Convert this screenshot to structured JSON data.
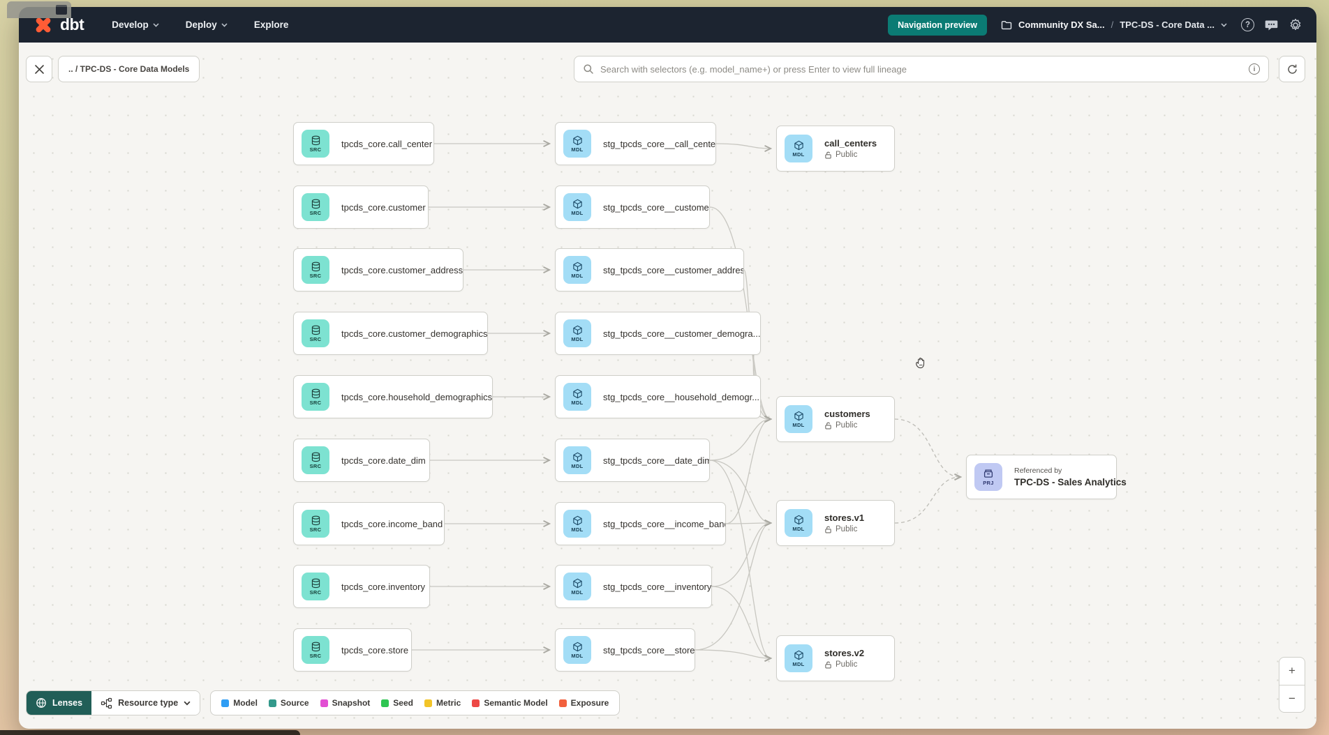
{
  "nav": {
    "logo_text": "dbt",
    "menu": [
      {
        "label": "Develop",
        "has_chevron": true
      },
      {
        "label": "Deploy",
        "has_chevron": true
      },
      {
        "label": "Explore",
        "has_chevron": false
      }
    ],
    "preview_button_label": "Navigation preview",
    "breadcrumb_project": "Community DX Sa...",
    "breadcrumb_separator": "/",
    "breadcrumb_page": "TPC-DS - Core Data ..."
  },
  "toolbar": {
    "breadcrumb_chip": ".. / TPC-DS - Core Data Models",
    "search_placeholder": "Search with selectors (e.g. model_name+) or press Enter to view full lineage"
  },
  "graph": {
    "src_badge": "SRC",
    "stg_badge": "MDL",
    "prj_badge": "PRJ",
    "src_nodes": [
      {
        "name": "tpcds_core.call_center"
      },
      {
        "name": "tpcds_core.customer"
      },
      {
        "name": "tpcds_core.customer_address"
      },
      {
        "name": "tpcds_core.customer_demographics"
      },
      {
        "name": "tpcds_core.household_demographics"
      },
      {
        "name": "tpcds_core.date_dim"
      },
      {
        "name": "tpcds_core.income_band"
      },
      {
        "name": "tpcds_core.inventory"
      },
      {
        "name": "tpcds_core.store"
      }
    ],
    "stg_nodes": [
      {
        "name": "stg_tpcds_core__call_center"
      },
      {
        "name": "stg_tpcds_core__customer"
      },
      {
        "name": "stg_tpcds_core__customer_address"
      },
      {
        "name": "stg_tpcds_core__customer_demogra..."
      },
      {
        "name": "stg_tpcds_core__household_demogr..."
      },
      {
        "name": "stg_tpcds_core__date_dim"
      },
      {
        "name": "stg_tpcds_core__income_band"
      },
      {
        "name": "stg_tpcds_core__inventory"
      },
      {
        "name": "stg_tpcds_core__store"
      }
    ],
    "public_nodes": [
      {
        "name": "call_centers",
        "access": "Public"
      },
      {
        "name": "customers",
        "access": "Public"
      },
      {
        "name": "stores.v1",
        "access": "Public"
      },
      {
        "name": "stores.v2",
        "access": "Public"
      }
    ],
    "project_node": {
      "caption": "Referenced by",
      "name": "TPC-DS - Sales Analytics"
    },
    "edges": [
      {
        "from": "src:0",
        "to": "stg:0"
      },
      {
        "from": "src:1",
        "to": "stg:1"
      },
      {
        "from": "src:2",
        "to": "stg:2"
      },
      {
        "from": "src:3",
        "to": "stg:3"
      },
      {
        "from": "src:4",
        "to": "stg:4"
      },
      {
        "from": "src:5",
        "to": "stg:5"
      },
      {
        "from": "src:6",
        "to": "stg:6"
      },
      {
        "from": "src:7",
        "to": "stg:7"
      },
      {
        "from": "src:8",
        "to": "stg:8"
      },
      {
        "from": "stg:0",
        "to": "pub:0"
      },
      {
        "from": "stg:1",
        "to": "pub:1"
      },
      {
        "from": "stg:2",
        "to": "pub:1"
      },
      {
        "from": "stg:3",
        "to": "pub:1"
      },
      {
        "from": "stg:4",
        "to": "pub:1"
      },
      {
        "from": "stg:5",
        "to": "pub:1"
      },
      {
        "from": "stg:6",
        "to": "pub:1"
      },
      {
        "from": "stg:5",
        "to": "pub:2"
      },
      {
        "from": "stg:6",
        "to": "pub:2"
      },
      {
        "from": "stg:7",
        "to": "pub:2"
      },
      {
        "from": "stg:8",
        "to": "pub:2"
      },
      {
        "from": "stg:5",
        "to": "pub:3"
      },
      {
        "from": "stg:7",
        "to": "pub:3"
      },
      {
        "from": "stg:8",
        "to": "pub:3"
      },
      {
        "from": "pub:1",
        "to": "prj:0"
      },
      {
        "from": "pub:2",
        "to": "prj:0"
      }
    ]
  },
  "footer": {
    "lenses_label": "Lenses",
    "resource_type_label": "Resource type",
    "legend": [
      {
        "label": "Model",
        "color": "#2e9df4"
      },
      {
        "label": "Source",
        "color": "#33998b"
      },
      {
        "label": "Snapshot",
        "color": "#e24fd3"
      },
      {
        "label": "Seed",
        "color": "#2ec552"
      },
      {
        "label": "Metric",
        "color": "#f2c428"
      },
      {
        "label": "Semantic Model",
        "color": "#ed4846"
      },
      {
        "label": "Exposure",
        "color": "#f2603d"
      }
    ]
  },
  "zoom": {
    "in": "+",
    "out": "−"
  },
  "colors": {
    "nav_bg": "#1c2430",
    "brand_orange": "#ff5c35",
    "preview_teal": "#0b7b74",
    "lenses_teal": "#215e57",
    "source_tile": "#7de2d1",
    "model_tile": "#a3ddf6",
    "project_tile": "#c0c9f3"
  }
}
